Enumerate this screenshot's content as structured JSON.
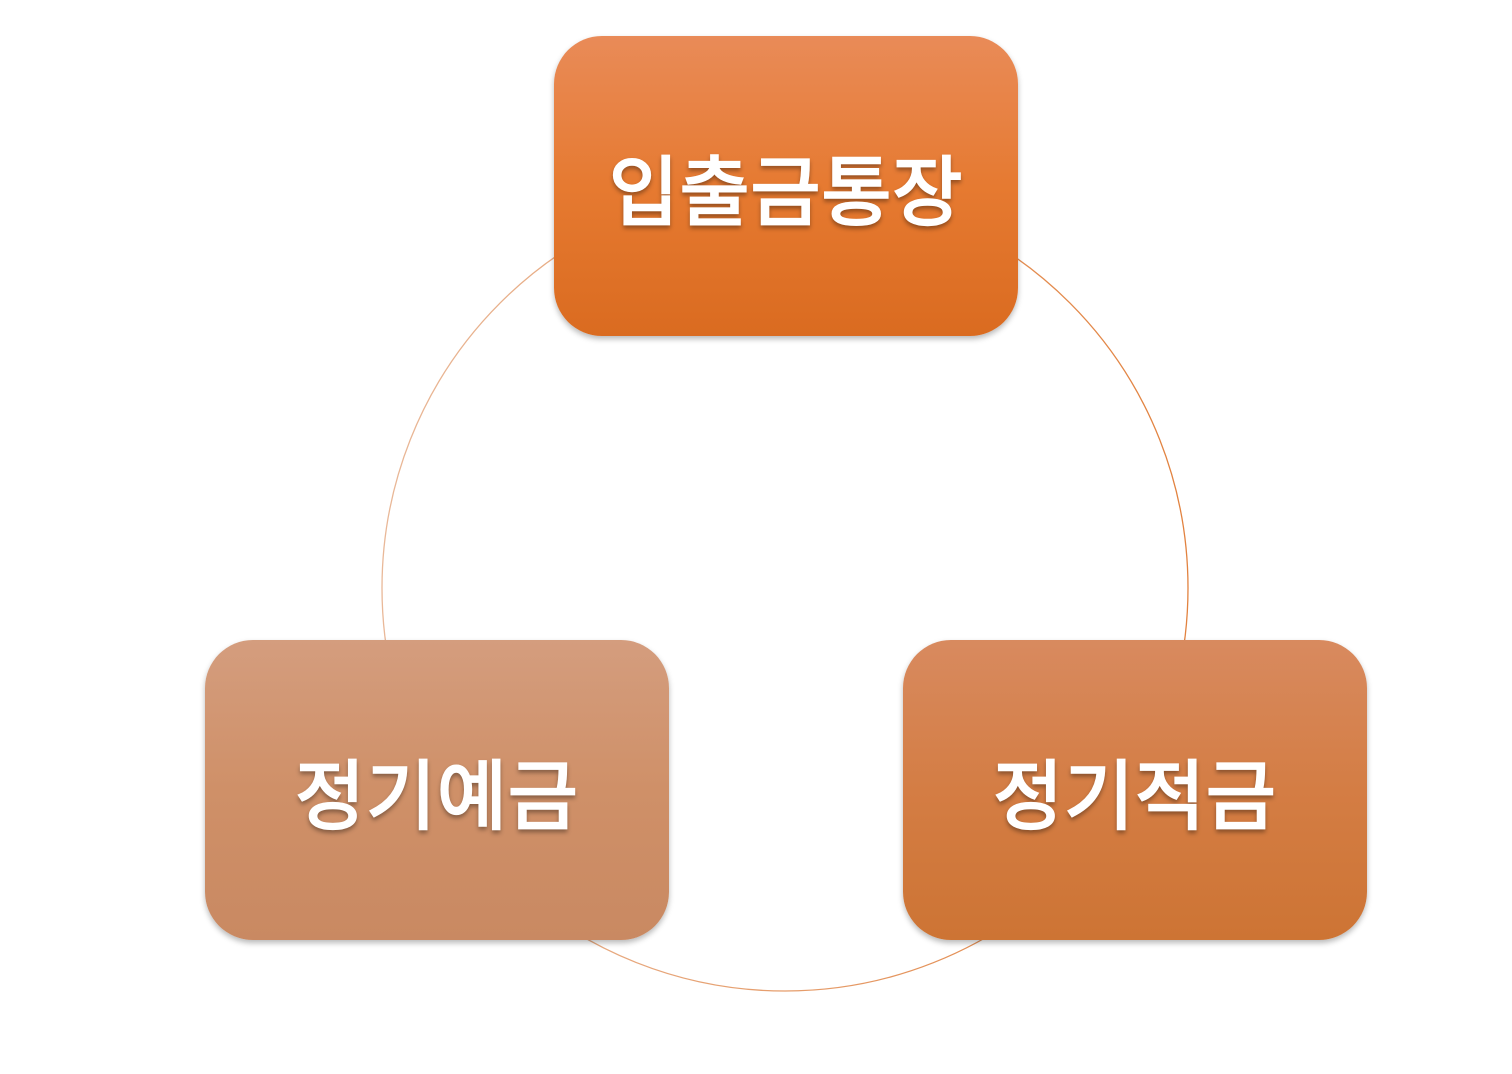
{
  "diagram": {
    "type": "cycle",
    "nodes": [
      {
        "id": "top",
        "label": "입출금통장"
      },
      {
        "id": "right",
        "label": "정기적금"
      },
      {
        "id": "left",
        "label": "정기예금"
      }
    ]
  },
  "colors": {
    "ring_stroke": "#e2823f",
    "node_top": "#e67a31",
    "node_right": "#d47d44",
    "node_left": "#cf9068",
    "label_text": "#ffffff"
  }
}
